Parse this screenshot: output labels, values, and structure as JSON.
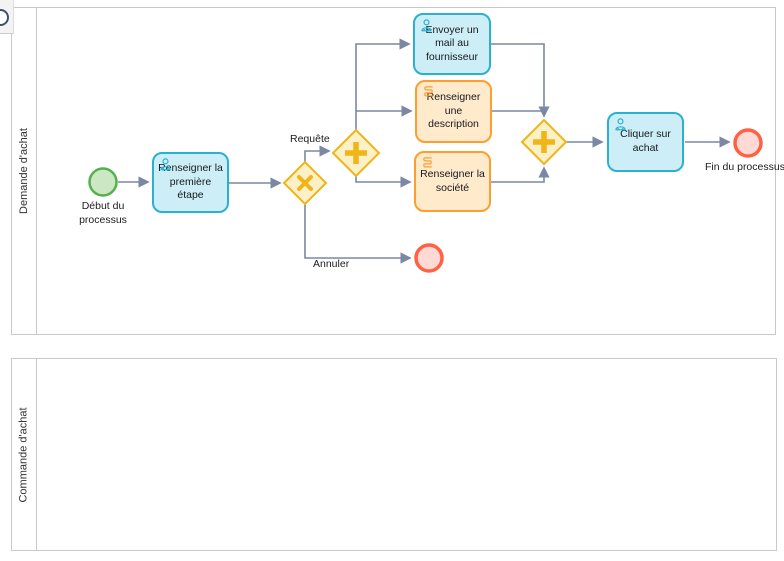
{
  "lanes": [
    {
      "label": "Demande d'achat"
    },
    {
      "label": "Commande d'achat"
    }
  ],
  "events": {
    "start": {
      "label": "Début du processus"
    },
    "end_main": {
      "label": "Fin du processus"
    },
    "end_cancel": {
      "label": ""
    }
  },
  "tasks": {
    "first_step": {
      "label": "Renseigner la première étape",
      "type": "user-task"
    },
    "send_mail": {
      "label": "Envoyer un mail au fournisseur",
      "type": "user-task"
    },
    "description": {
      "label": "Renseigner une description",
      "type": "script-task"
    },
    "societe": {
      "label": "Renseigner la société",
      "type": "script-task"
    },
    "click_achat": {
      "label": "Cliquer sur achat",
      "type": "user-task"
    }
  },
  "flow_labels": {
    "requete": "Requête",
    "annuler": "Annuler"
  },
  "colors": {
    "user_task_fill": "#cdeef6",
    "user_task_stroke": "#29b2d0",
    "script_task_fill": "#ffeacb",
    "script_task_stroke": "#ff9d2e",
    "gateway_fill": "#fbf0c7",
    "gateway_stroke": "#f0b517",
    "start_event_fill": "#cbe7c4",
    "start_event_stroke": "#55b14c",
    "end_event_fill": "#ffd9d4",
    "end_event_stroke": "#ff6242",
    "sequence_flow": "#7b87a3"
  }
}
